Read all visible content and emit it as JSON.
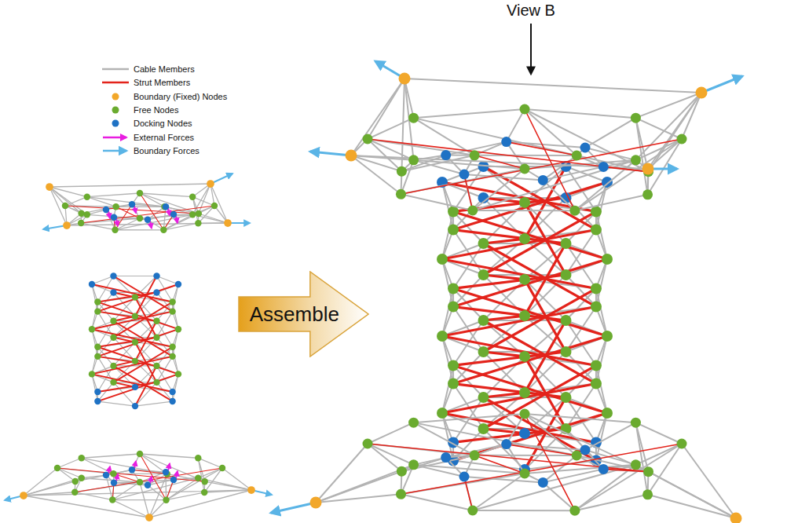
{
  "diagram": {
    "nodes": [
      {
        "text": [
          "Assemble"
        ]
      }
    ],
    "labels": [
      "View B"
    ],
    "legend": [
      {
        "text": "Cable Members"
      },
      {
        "text": "Strut Members"
      },
      {
        "text": "Boundary (Fixed) Nodes",
        "color": "#f2a72a"
      },
      {
        "text": "Free Nodes",
        "color": "#6aab2f"
      },
      {
        "text": "Docking Nodes",
        "color": "#1f72c4"
      },
      {
        "text": "External Forces"
      },
      {
        "text": "Boundary Forces"
      }
    ]
  }
}
